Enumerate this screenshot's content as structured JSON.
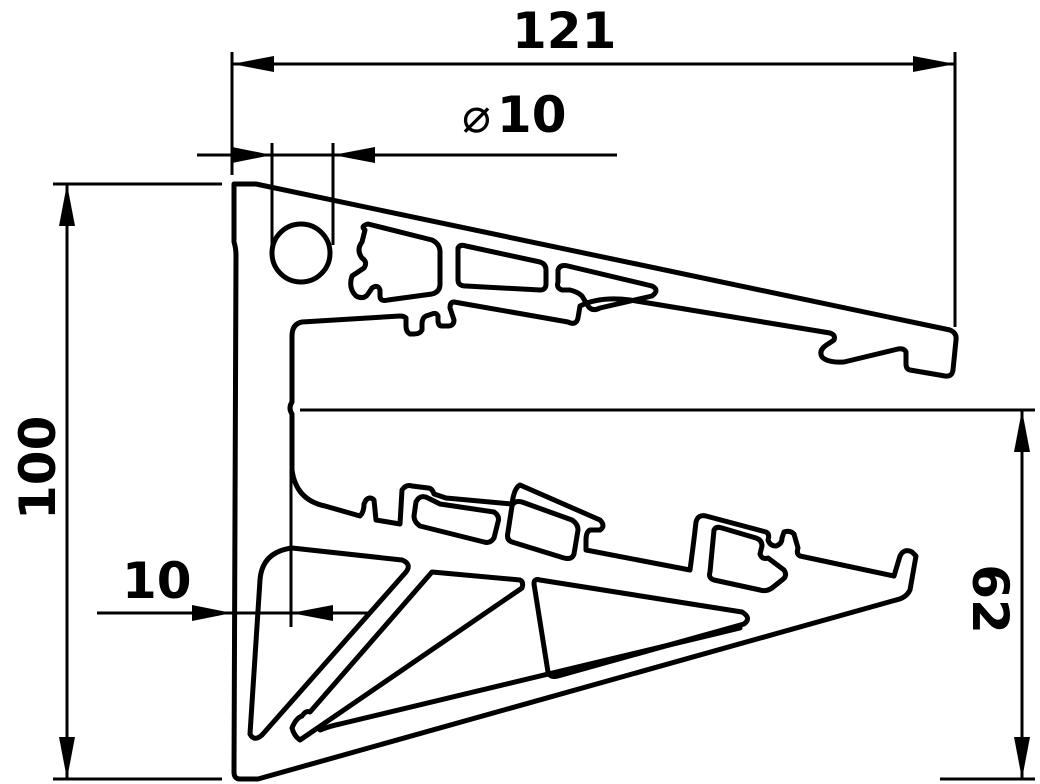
{
  "drawing": {
    "type": "technical-profile-cross-section",
    "line_color": "#000000",
    "background": "#ffffff",
    "dimensions": {
      "overall_width": {
        "label": "121",
        "orientation": "horizontal"
      },
      "hole_diameter": {
        "symbol": "⌀",
        "label": "10",
        "orientation": "horizontal"
      },
      "wall_offset": {
        "label": "10",
        "orientation": "horizontal"
      },
      "overall_height": {
        "label": "100",
        "orientation": "vertical"
      },
      "lower_height": {
        "label": "62",
        "orientation": "vertical"
      }
    }
  }
}
